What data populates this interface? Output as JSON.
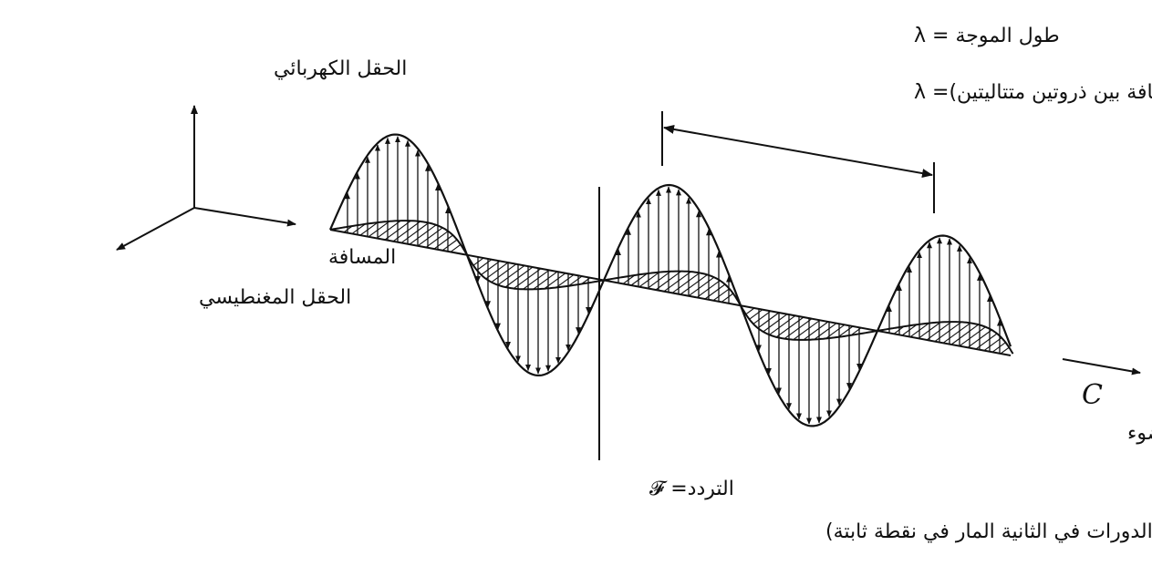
{
  "labels": {
    "electric_field": "الحقل الكهربائي",
    "magnetic_field": "الحقل المغنطيسي",
    "distance": "المسافة",
    "wavelength": "طول الموجة = λ",
    "wavelength_def": "(المسافة بين ذروتين متتاليتين)= λ",
    "frequency": "التردد= 𝓕",
    "frequency_def": "(عدد الدورات في الثانية المار في نقطة ثابتة)",
    "speed_symbol": "C",
    "speed_label": "سرعة الضوء"
  },
  "colors": {
    "ink": "#111111",
    "background": "#ffffff"
  }
}
